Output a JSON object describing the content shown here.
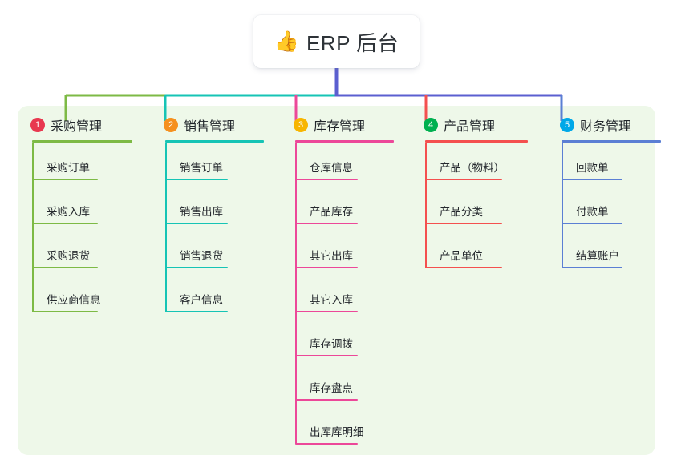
{
  "root": {
    "icon": "thumbs-up-icon",
    "emoji": "👍",
    "title": "ERP 后台"
  },
  "theme": {
    "page_background": "#ffffff",
    "panel_background": "#eef8e9",
    "card_background": "#ffffff",
    "text_color": "#21262b",
    "root_stem_color": "#5b5fd0"
  },
  "columns": [
    {
      "number": "1",
      "title": "采购管理",
      "badge_color": "#e8384f",
      "line_color": "#7dba45",
      "items": [
        {
          "label": "采购订单"
        },
        {
          "label": "采购入库"
        },
        {
          "label": "采购退货"
        },
        {
          "label": "供应商信息"
        }
      ]
    },
    {
      "number": "2",
      "title": "销售管理",
      "badge_color": "#f5901f",
      "line_color": "#16c4b5",
      "items": [
        {
          "label": "销售订单"
        },
        {
          "label": "销售出库"
        },
        {
          "label": "销售退货"
        },
        {
          "label": "客户信息"
        }
      ]
    },
    {
      "number": "3",
      "title": "库存管理",
      "badge_color": "#f7b500",
      "line_color": "#ec4899",
      "items": [
        {
          "label": "仓库信息"
        },
        {
          "label": "产品库存"
        },
        {
          "label": "其它出库"
        },
        {
          "label": "其它入库"
        },
        {
          "label": "库存调拨"
        },
        {
          "label": "库存盘点"
        },
        {
          "label": "出库库明细"
        }
      ]
    },
    {
      "number": "4",
      "title": "产品管理",
      "badge_color": "#00b050",
      "line_color": "#f4504f",
      "items": [
        {
          "label": "产品（物料）"
        },
        {
          "label": "产品分类"
        },
        {
          "label": "产品单位"
        }
      ]
    },
    {
      "number": "5",
      "title": "财务管理",
      "badge_color": "#00a8e8",
      "line_color": "#5b7fd4",
      "items": [
        {
          "label": "回款单"
        },
        {
          "label": "付款单"
        },
        {
          "label": "结算账户"
        }
      ]
    }
  ],
  "layout": {
    "column_x": [
      22,
      188,
      350,
      512,
      682
    ],
    "column_title_rule_width": [
      125,
      123,
      123,
      128,
      124
    ],
    "item_rule_width": [
      82,
      78,
      78,
      96,
      76
    ]
  }
}
